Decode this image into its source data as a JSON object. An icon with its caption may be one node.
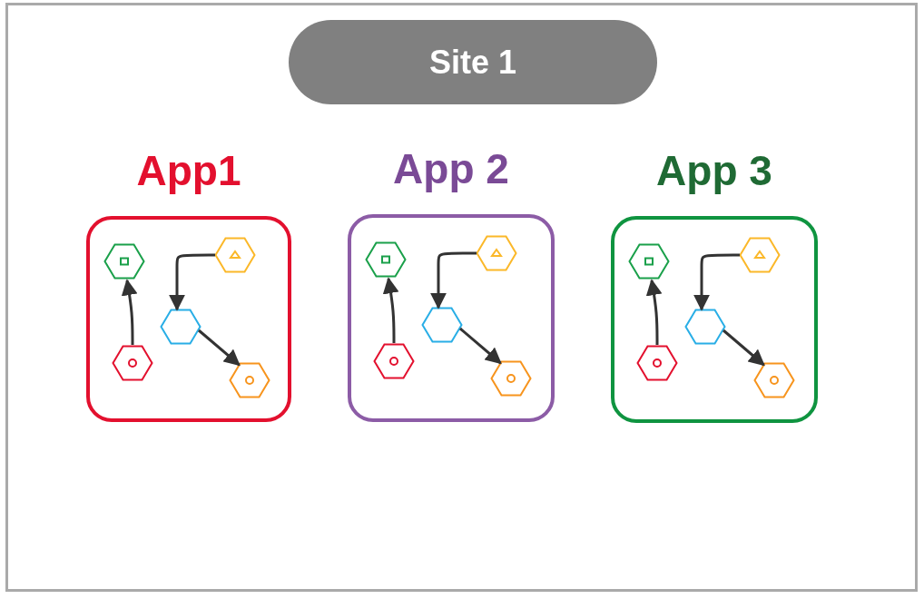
{
  "diagram": {
    "nodes": [
      {
        "text": [
          "Site 1"
        ]
      },
      {
        "text": [
          "App1"
        ]
      },
      {
        "text": [],
        "shape": "hexagon",
        "in": 1
      },
      {
        "text": [],
        "shape": "hexagon",
        "in": 1
      },
      {
        "text": [],
        "shape": "hexagon",
        "in": 1
      },
      {
        "text": [],
        "shape": "hexagon",
        "in": 1
      },
      {
        "text": [],
        "shape": "hexagon",
        "in": 1
      },
      {
        "text": [
          "App 2"
        ]
      },
      {
        "text": [],
        "shape": "hexagon",
        "in": 7
      },
      {
        "text": [],
        "shape": "hexagon",
        "in": 7
      },
      {
        "text": [],
        "shape": "hexagon",
        "in": 7
      },
      {
        "text": [],
        "shape": "hexagon",
        "in": 7
      },
      {
        "text": [],
        "shape": "hexagon",
        "in": 7
      },
      {
        "text": [
          "App 3"
        ]
      },
      {
        "text": [],
        "shape": "hexagon",
        "in": 13
      },
      {
        "text": [],
        "shape": "hexagon",
        "in": 13
      },
      {
        "text": [],
        "shape": "hexagon",
        "in": 13
      },
      {
        "text": [],
        "shape": "hexagon",
        "in": 13
      },
      {
        "text": [],
        "shape": "hexagon",
        "in": 13
      }
    ],
    "edges": [
      {
        "from": 5,
        "to": 2,
        "arrow": "to"
      },
      {
        "from": 3,
        "to": 4,
        "arrow": "to"
      },
      {
        "from": 4,
        "to": 6,
        "arrow": "to"
      },
      {
        "from": 11,
        "to": 8,
        "arrow": "to"
      },
      {
        "from": 9,
        "to": 10,
        "arrow": "to"
      },
      {
        "from": 10,
        "to": 12,
        "arrow": "to"
      },
      {
        "from": 17,
        "to": 14,
        "arrow": "to"
      },
      {
        "from": 15,
        "to": 16,
        "arrow": "to"
      },
      {
        "from": 16,
        "to": 18,
        "arrow": "to"
      }
    ]
  }
}
